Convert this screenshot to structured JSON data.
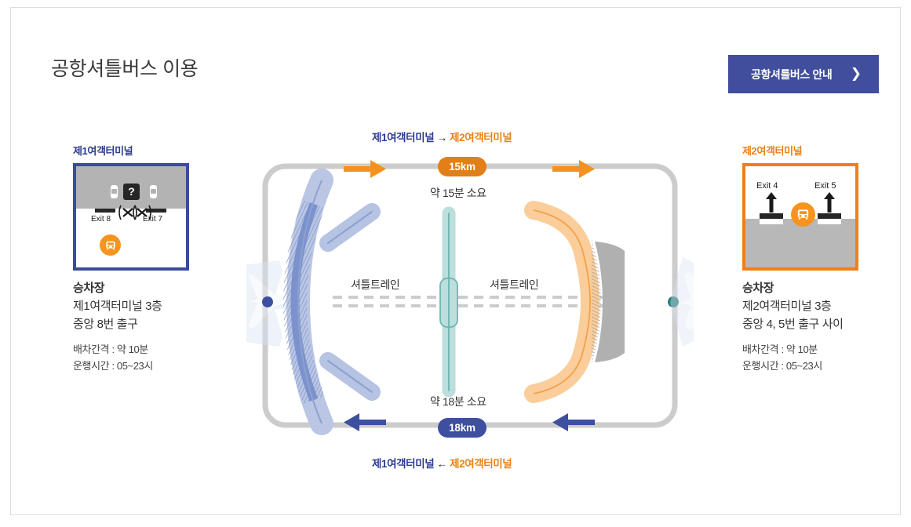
{
  "header": {
    "title": "공항셔틀버스 이용",
    "cta_label": "공항셔틀버스 안내",
    "cta_chevron": "chevron-right-icon",
    "cta_color": "#414e9e"
  },
  "terminal1": {
    "heading": "제1여객터미널",
    "heading_color": "#2b3b8f",
    "border_color": "#3a4a9e",
    "figure": {
      "exit_left": "Exit 8",
      "exit_right": "Exit 7",
      "info_icon": "?",
      "bus_icon": "bus-icon",
      "bus_color": "#f7941d"
    },
    "stop_title": "승차장",
    "stop_lines": [
      "제1여객터미널 3층",
      "중앙 8번 출구"
    ],
    "info_lines": [
      "배차간격 : 약 10분",
      "운행시간 : 05~23시"
    ]
  },
  "terminal2": {
    "heading": "제2여객터미널",
    "heading_color": "#e8821a",
    "border_color": "#ef7f1a",
    "figure": {
      "exit_left": "Exit 4",
      "exit_right": "Exit 5",
      "bus_icon": "bus-icon",
      "bus_color": "#f7941d"
    },
    "stop_title": "승차장",
    "stop_lines": [
      "제2여객터미널 3층",
      "중앙 4, 5번 출구 사이"
    ],
    "info_lines": [
      "배차간격 : 약 10분",
      "운행시간 : 05~23시"
    ]
  },
  "map": {
    "route_top": {
      "from": "제1여객터미널",
      "arrow": "→",
      "to": "제2여객터미널",
      "distance": "15km",
      "duration": "약 15분 소요",
      "arrow_color": "#f5911e",
      "pill_color": "#e27f17"
    },
    "route_bottom": {
      "from": "제1여객터미널",
      "arrow": "←",
      "to": "제2여객터미널",
      "distance": "18km",
      "duration": "약 18분 소요",
      "arrow_color": "#3d4f9e",
      "pill_color": "#3d4f9e"
    },
    "shuttle_train_left": "셔틀트레인",
    "shuttle_train_right": "셔틀트레인",
    "terminal1_shape_color": "#aebbdf",
    "terminal2_shape_color": "#fbcd9a",
    "concourse_color": "#a8d4d2",
    "loop_color": "#cccccc"
  }
}
